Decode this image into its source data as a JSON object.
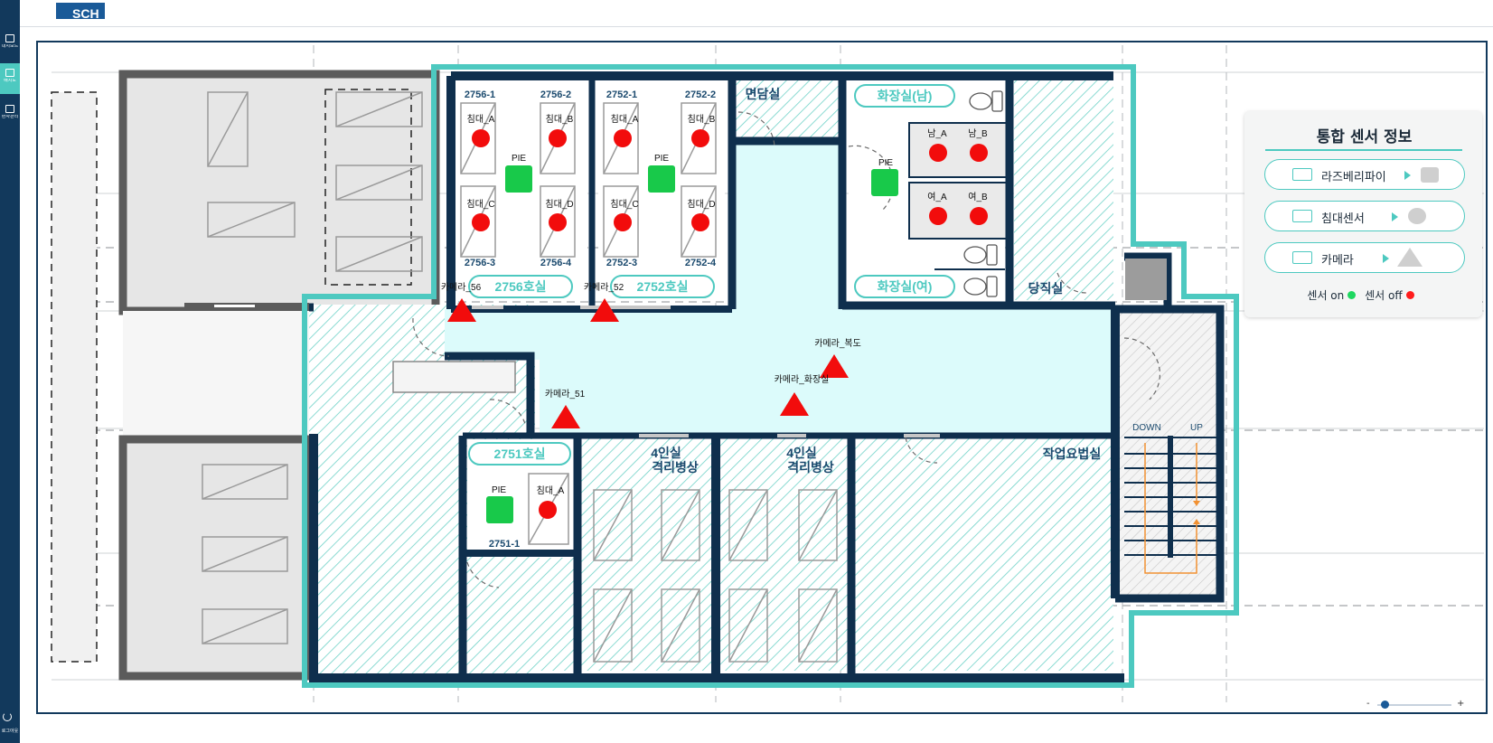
{
  "app": {
    "logo_text": "SCH"
  },
  "sidebar": {
    "items": [
      {
        "label": "대시보드",
        "icon": "dashboard-icon"
      },
      {
        "label": "배치도",
        "icon": "map-icon",
        "active": true
      },
      {
        "label": "환자관리",
        "icon": "bed-icon"
      }
    ],
    "power_icon": "power-icon",
    "power_label": "로그아웃"
  },
  "topbar": {
    "bell_icon": "bell-icon"
  },
  "floorplan": {
    "rooms": {
      "r2756": "2756호실",
      "r2752": "2752호실",
      "r2751": "2751호실",
      "consult": "면담실",
      "toilet_m": "화장실(남)",
      "toilet_f": "화장실(여)",
      "duty": "당직실",
      "ward4_a": "4인실\n격리병상",
      "ward4_b": "4인실\n격리병상",
      "ot": "작업요법실",
      "stairs_down": "DOWN",
      "stairs_up": "UP"
    },
    "bed_codes": [
      "2756-1",
      "2756-2",
      "2756-3",
      "2756-4",
      "2752-1",
      "2752-2",
      "2752-3",
      "2752-4",
      "2751-1"
    ],
    "beds": {
      "a": "침대_A",
      "b": "침대_B",
      "c": "침대_C",
      "d": "침대_D"
    },
    "pie": "PIE",
    "toilet_sensors": {
      "m_a": "남_A",
      "m_b": "남_B",
      "f_a": "여_A",
      "f_b": "여_B"
    },
    "cameras": {
      "c56": "카메라_56",
      "c52": "카메라_52",
      "c51": "카메라_51",
      "hall": "카메라_복도",
      "toilet": "카메라_화장실"
    }
  },
  "legend": {
    "title": "통합 센서 정보",
    "items": [
      {
        "label": "라즈베리파이",
        "icon": "raspberry-pi-icon",
        "shape": "square"
      },
      {
        "label": "침대센서",
        "icon": "bed-sensor-icon",
        "shape": "circle"
      },
      {
        "label": "카메라",
        "icon": "camera-icon",
        "shape": "triangle"
      }
    ],
    "status_on": "센서 on",
    "status_off": "센서 off",
    "color_on": "#1ed760",
    "color_off": "#ff1c1c"
  },
  "zoom": {
    "minus": "-",
    "plus": "+",
    "level": 0.1
  },
  "colors": {
    "navy": "#12395c",
    "teal": "#4dc9c0",
    "corridor": "#dcfbfb",
    "sensor_off": "#f20c0c",
    "sensor_on": "#18c94a",
    "camera": "#f20c0c"
  }
}
